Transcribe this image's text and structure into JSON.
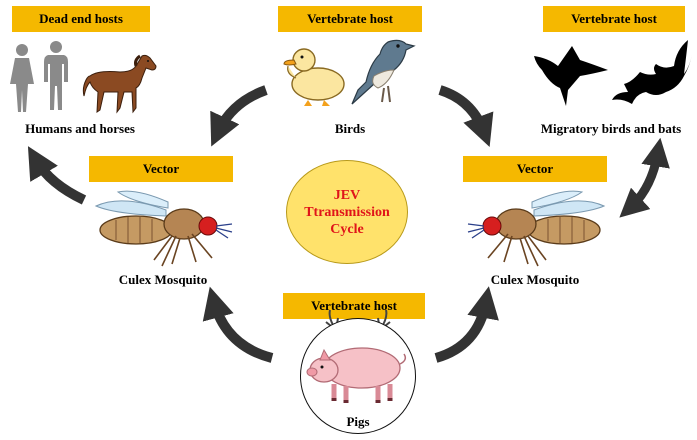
{
  "labels": {
    "dead_end": "Dead end hosts",
    "vertebrate_top": "Vertebrate host",
    "vertebrate_right": "Vertebrate host",
    "vector_left": "Vector",
    "vector_right": "Vector",
    "vertebrate_bottom": "Vertebrate host"
  },
  "captions": {
    "humans_horses": "Humans and horses",
    "birds": "Birds",
    "migratory": "Migratory birds and bats",
    "culex_left": "Culex Mosquito",
    "culex_right": "Culex Mosquito",
    "pigs": "Pigs"
  },
  "center": {
    "line1": "JEV",
    "line2": "Ttransmission",
    "line3": "Cycle"
  },
  "colors": {
    "label_fill": "#f5b800",
    "center_fill": "#ffe26b",
    "center_text": "#e0141a",
    "arrow": "#333333"
  }
}
